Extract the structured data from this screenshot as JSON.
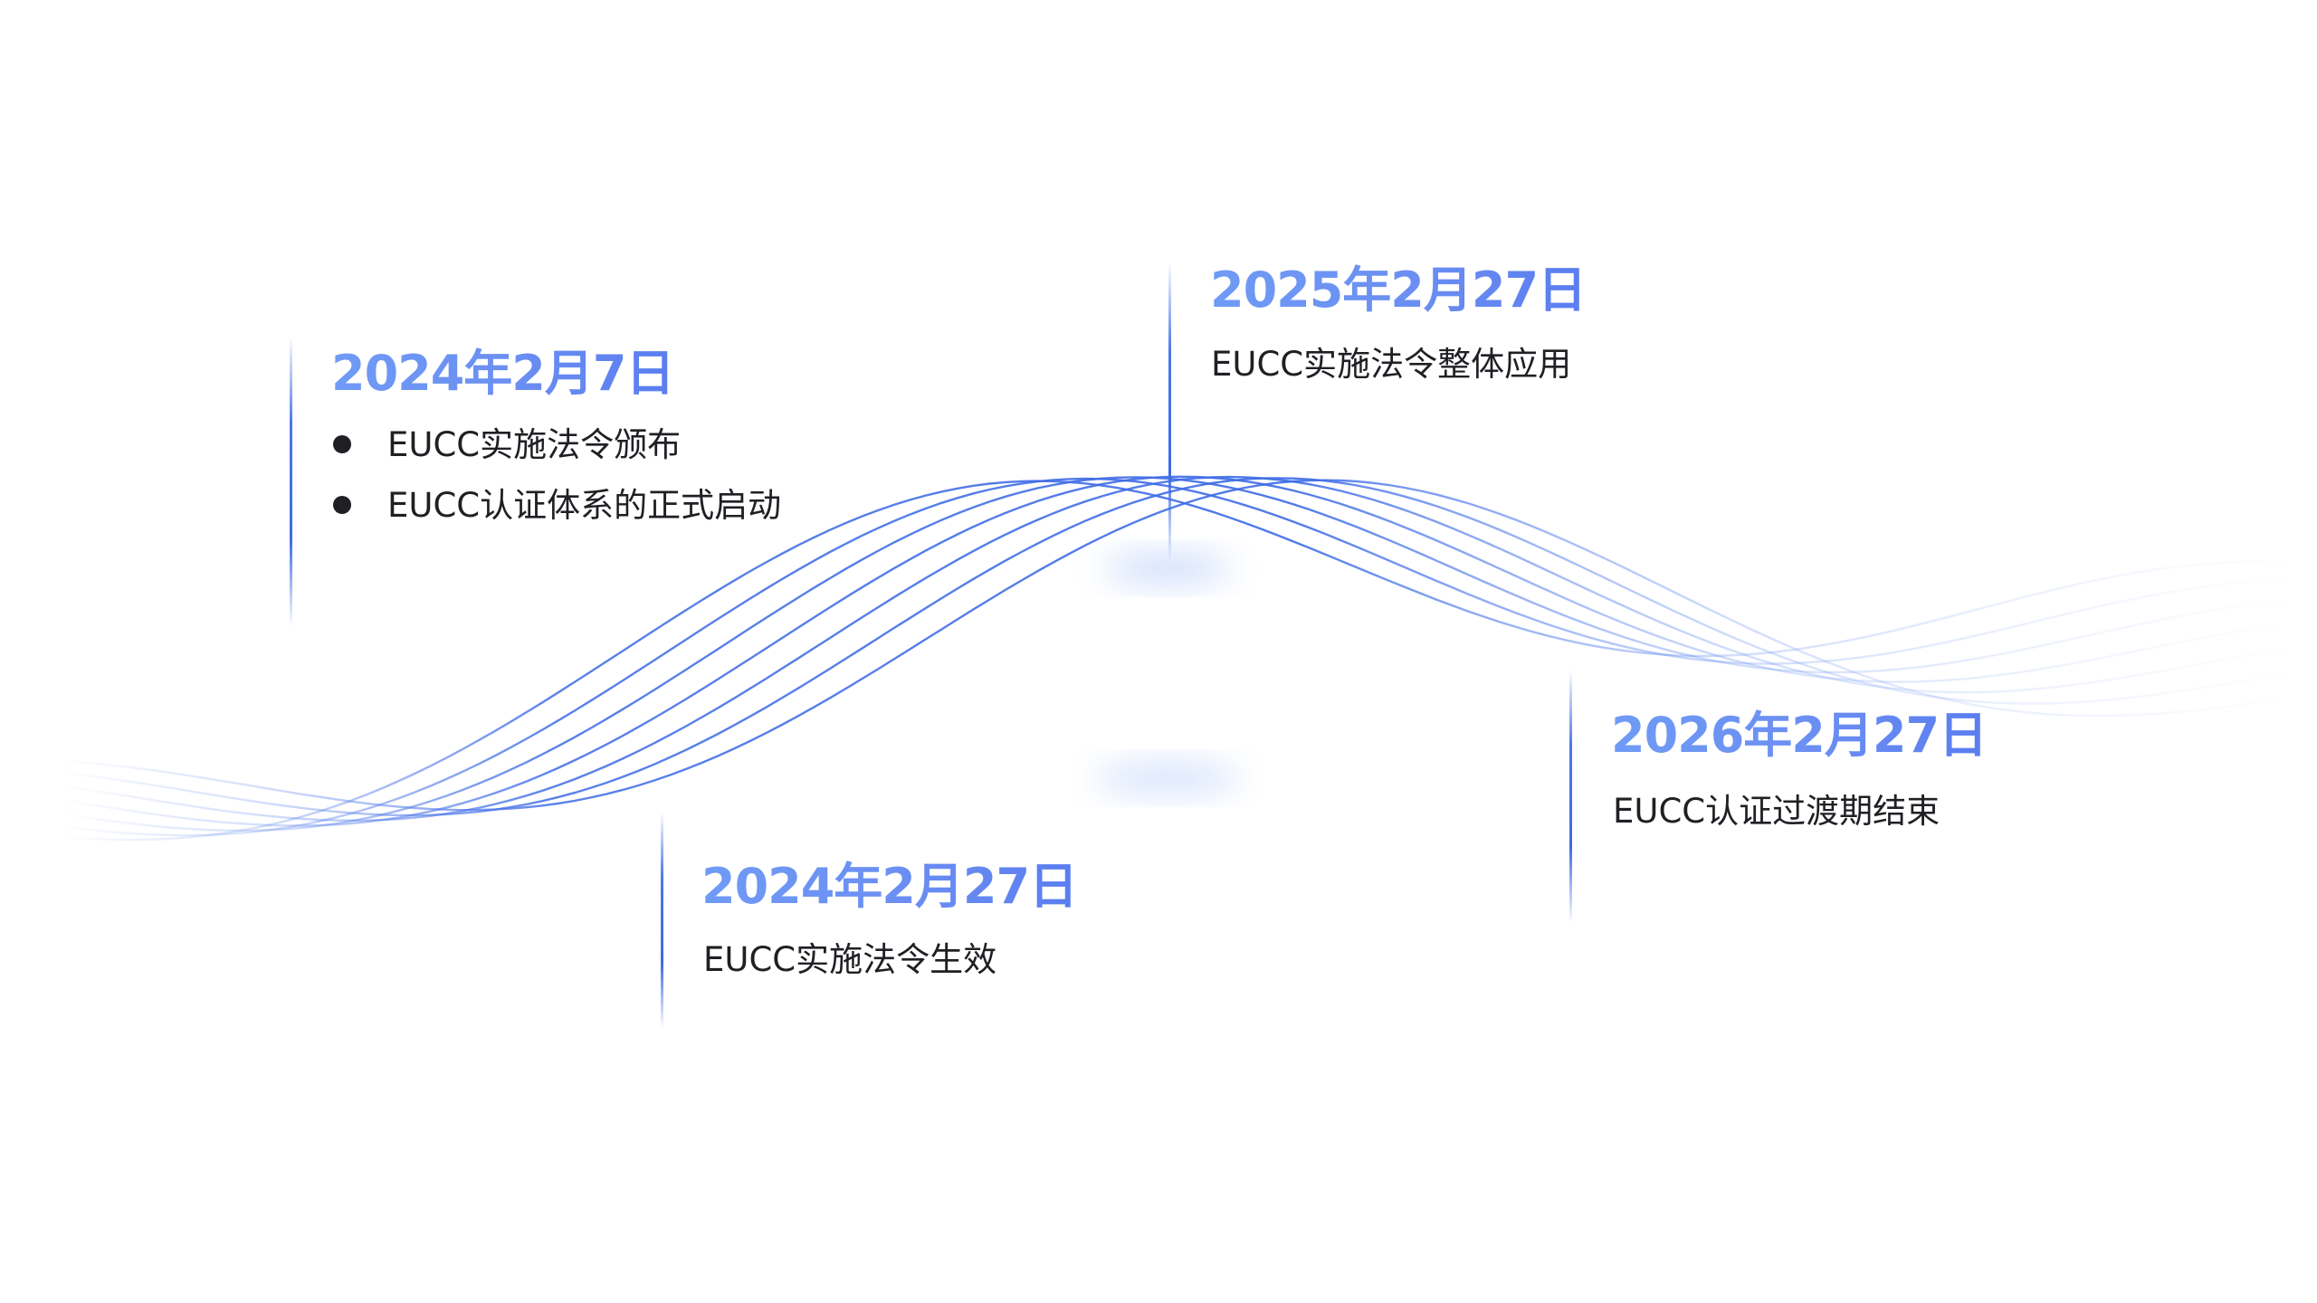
{
  "milestones": [
    {
      "date": "2024年2月7日",
      "items": [
        "EUCC实施法令颁布",
        "EUCC认证体系的正式启动"
      ]
    },
    {
      "date": "2024年2月27日",
      "text": "EUCC实施法令生效"
    },
    {
      "date": "2025年2月27日",
      "text": "EUCC实施法令整体应用"
    },
    {
      "date": "2026年2月27日",
      "text": "EUCC认证过渡期结束"
    }
  ],
  "colors": {
    "accent_blue": "#3d6be6",
    "date_gradient_start": "#6f9bf5",
    "date_gradient_end": "#5a7df0",
    "text_dark": "#1f1f24"
  }
}
